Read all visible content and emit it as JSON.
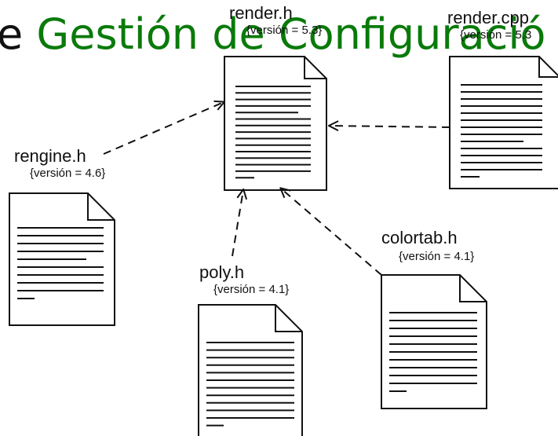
{
  "title": {
    "prefix": "e ",
    "highlight": "Gestión de Configuració",
    "colors": {
      "prefix": "#111111",
      "highlight": "#0a7a0a"
    }
  },
  "artifacts": [
    {
      "id": "render_h",
      "name": "render.h",
      "version_label": "{versión = 5.3}"
    },
    {
      "id": "render_cpp",
      "name": "render.cpp",
      "version_label": "{versión = 5.3"
    },
    {
      "id": "rengine_h",
      "name": "rengine.h",
      "version_label": "{versión = 4.6}"
    },
    {
      "id": "poly_h",
      "name": "poly.h",
      "version_label": "{versión = 4.1}"
    },
    {
      "id": "colortab_h",
      "name": "colortab.h",
      "version_label": "{versión = 4.1}"
    }
  ],
  "dependencies": [
    {
      "from": "rengine_h",
      "to": "render_h"
    },
    {
      "from": "render_cpp",
      "to": "render_h"
    },
    {
      "from": "poly_h",
      "to": "render_h"
    },
    {
      "from": "colortab_h",
      "to": "render_h"
    }
  ],
  "style": {
    "ink": "#111111"
  }
}
